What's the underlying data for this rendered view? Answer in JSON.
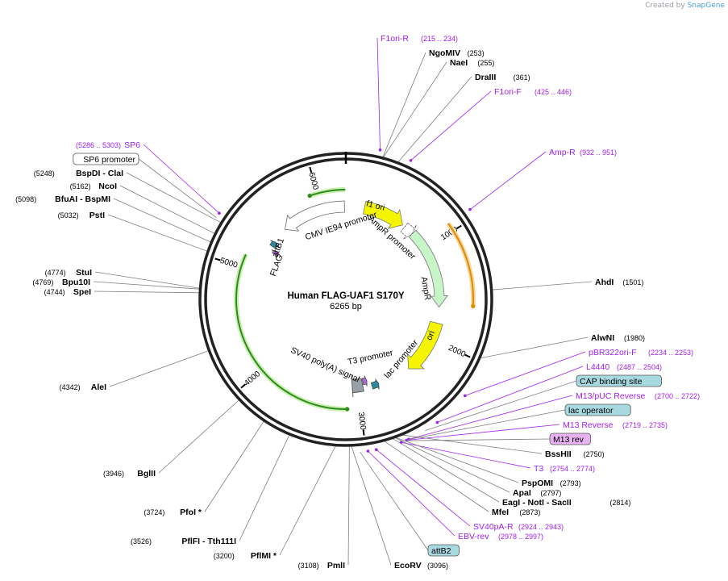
{
  "credit": {
    "prefix": "Created by",
    "brand": "SnapGene"
  },
  "plasmid": {
    "name": "Human FLAG-UAF1 S170Y",
    "size_label": "6265 bp",
    "length": 6265
  },
  "colors": {
    "enzyme_line": "#7f7f7f",
    "primer": "#a020f0",
    "backbone": "#000000",
    "feature_yellow": "#f5f500",
    "feature_green_fill": "#c8f5c8",
    "orange_arc": "#e08a00",
    "box_blue": "#a8d8e0",
    "box_purple": "#e6b3f0"
  },
  "ruler": [
    {
      "pos": 1000,
      "label": "1000"
    },
    {
      "pos": 2000,
      "label": "2000"
    },
    {
      "pos": 3000,
      "label": "3000"
    },
    {
      "pos": 4000,
      "label": "4000"
    },
    {
      "pos": 5000,
      "label": "5000"
    },
    {
      "pos": 6000,
      "label": "6000"
    }
  ],
  "features": [
    {
      "name": "f1 ori",
      "label": "f1 ori",
      "start": 200,
      "end": 650,
      "type": "yellow_arrow",
      "dir": 1
    },
    {
      "name": "AmpR promoter",
      "label": "AmpR promoter",
      "start": 680,
      "end": 790,
      "type": "white_box",
      "dir": 1
    },
    {
      "name": "AmpR",
      "label": "AmpR",
      "start": 790,
      "end": 1650,
      "type": "green_arrow",
      "dir": 1
    },
    {
      "name": "ori",
      "label": "ori",
      "start": 1820,
      "end": 2400,
      "type": "yellow_arrow",
      "dir": 1
    },
    {
      "name": "CMV IE94 promoter",
      "label": "CMV IE94 promoter",
      "start": 5550,
      "end": 6250,
      "type": "white_arrow",
      "dir": -1
    },
    {
      "name": "attB1",
      "label": "attB1",
      "start": 5320,
      "end": 5380,
      "type": "small_teal",
      "dir": 1
    },
    {
      "name": "FLAG",
      "label": "FLAG",
      "start": 5260,
      "end": 5300,
      "type": "small_purple",
      "dir": 1
    },
    {
      "name": "lac promoter",
      "label": "lac promoter",
      "start": 2760,
      "end": 2840,
      "type": "small_teal",
      "dir": -1
    },
    {
      "name": "T3 promoter",
      "label": "T3 promoter",
      "start": 2880,
      "end": 2930,
      "type": "small_purple",
      "dir": -1
    },
    {
      "name": "SV40 poly(A) signal",
      "label": "SV40 poly(A) signal",
      "start": 2940,
      "end": 3060,
      "type": "gray_box",
      "dir": -1
    }
  ],
  "inner_arcs": [
    {
      "name": "upper green arc",
      "start": 5930,
      "end": 6260,
      "dir": -1,
      "color": "green"
    },
    {
      "name": "left green arc",
      "start": 3120,
      "end": 5120,
      "dir": -1,
      "color": "green"
    },
    {
      "name": "orange arc",
      "start": 930,
      "end": 1620,
      "dir": 1,
      "color": "orange"
    }
  ],
  "feature_labels": [
    {
      "text": "f1 ori"
    },
    {
      "text": "AmpR promoter"
    },
    {
      "text": "AmpR"
    },
    {
      "text": "ori"
    },
    {
      "text": "CMV IE94 promoter"
    },
    {
      "text": "attB1"
    },
    {
      "text": "FLAG"
    },
    {
      "text": "T3 promoter"
    },
    {
      "text": "lac promoter"
    },
    {
      "text": "SV40 poly(A) signal"
    }
  ],
  "annotations": [
    {
      "name": "F1ori-R",
      "coords": "(215 .. 234)",
      "kind": "primer",
      "side": "right",
      "pos": 225
    },
    {
      "name": "NgoMIV",
      "coords": "(253)",
      "kind": "enzyme",
      "side": "right",
      "pos": 253
    },
    {
      "name": "NaeI",
      "coords": "(255)",
      "kind": "enzyme",
      "side": "right",
      "pos": 255
    },
    {
      "name": "DraIII",
      "coords": "(361)",
      "kind": "enzyme",
      "side": "right",
      "pos": 361
    },
    {
      "name": "F1ori-F",
      "coords": "(425 .. 446)",
      "kind": "primer",
      "side": "right",
      "pos": 436
    },
    {
      "name": "Amp-R",
      "coords": "(932 .. 951)",
      "kind": "primer",
      "side": "right",
      "pos": 942
    },
    {
      "name": "AhdI",
      "coords": "(1501)",
      "kind": "enzyme",
      "side": "right",
      "pos": 1501
    },
    {
      "name": "AlwNI",
      "coords": "(1980)",
      "kind": "enzyme",
      "side": "right",
      "pos": 1980
    },
    {
      "name": "pBR322ori-F",
      "coords": "(2234 .. 2253)",
      "kind": "primer",
      "side": "right",
      "pos": 2244
    },
    {
      "name": "L4440",
      "coords": "(2487 .. 2504)",
      "kind": "primer",
      "side": "right",
      "pos": 2495
    },
    {
      "name": "CAP binding site",
      "coords": "",
      "kind": "box_blue",
      "side": "right",
      "pos": 2590
    },
    {
      "name": "M13/pUC Reverse",
      "coords": "(2700 .. 2722)",
      "kind": "primer",
      "side": "right",
      "pos": 2711
    },
    {
      "name": "lac operator",
      "coords": "",
      "kind": "box_blue",
      "side": "right",
      "pos": 2716
    },
    {
      "name": "M13 Reverse",
      "coords": "(2719 .. 2735)",
      "kind": "primer",
      "side": "right",
      "pos": 2727
    },
    {
      "name": "M13 rev",
      "coords": "",
      "kind": "box_purple",
      "side": "right",
      "pos": 2735
    },
    {
      "name": "BssHII",
      "coords": "(2750)",
      "kind": "enzyme",
      "side": "right",
      "pos": 2750
    },
    {
      "name": "T3",
      "coords": "(2754 .. 2774)",
      "kind": "primer",
      "side": "right",
      "pos": 2764
    },
    {
      "name": "PspOMI",
      "coords": "(2793)",
      "kind": "enzyme",
      "side": "right",
      "pos": 2793
    },
    {
      "name": "ApaI",
      "coords": "(2797)",
      "kind": "enzyme",
      "side": "right",
      "pos": 2797
    },
    {
      "name": "EagI - NotI - SacII",
      "coords": "(2814)",
      "kind": "enzyme",
      "side": "right",
      "pos": 2814
    },
    {
      "name": "MfeI",
      "coords": "(2873)",
      "kind": "enzyme",
      "side": "right",
      "pos": 2873
    },
    {
      "name": "SV40pA-R",
      "coords": "(2924 .. 2943)",
      "kind": "primer",
      "side": "right",
      "pos": 2933
    },
    {
      "name": "EBV-rev",
      "coords": "(2978 .. 2997)",
      "kind": "primer",
      "side": "right",
      "pos": 2988
    },
    {
      "name": "attB2",
      "coords": "",
      "kind": "box_blue",
      "side": "right",
      "pos": 3040
    },
    {
      "name": "EcoRV",
      "coords": "(3096)",
      "kind": "enzyme",
      "side": "right",
      "pos": 3096
    },
    {
      "name": "PmlI",
      "coords": "(3108)",
      "kind": "enzyme",
      "side": "left",
      "pos": 3108
    },
    {
      "name": "PflMI *",
      "coords": "(3200)",
      "kind": "enzyme",
      "side": "left",
      "pos": 3200
    },
    {
      "name": "PflFI - Tth111I",
      "coords": "(3526)",
      "kind": "enzyme",
      "side": "left",
      "pos": 3526
    },
    {
      "name": "PfoI *",
      "coords": "(3724)",
      "kind": "enzyme",
      "side": "left",
      "pos": 3724
    },
    {
      "name": "BglII",
      "coords": "(3946)",
      "kind": "enzyme",
      "side": "left",
      "pos": 3946
    },
    {
      "name": "AleI",
      "coords": "(4342)",
      "kind": "enzyme",
      "side": "left",
      "pos": 4342
    },
    {
      "name": "SpeI",
      "coords": "(4744)",
      "kind": "enzyme",
      "side": "left",
      "pos": 4744
    },
    {
      "name": "Bpu10I",
      "coords": "(4769)",
      "kind": "enzyme",
      "side": "left",
      "pos": 4769
    },
    {
      "name": "StuI",
      "coords": "(4774)",
      "kind": "enzyme",
      "side": "left",
      "pos": 4774
    },
    {
      "name": "PstI",
      "coords": "(5032)",
      "kind": "enzyme",
      "side": "left",
      "pos": 5032
    },
    {
      "name": "BfuAI - BspMI",
      "coords": "(5098)",
      "kind": "enzyme",
      "side": "left",
      "pos": 5098
    },
    {
      "name": "NcoI",
      "coords": "(5162)",
      "kind": "enzyme",
      "side": "left",
      "pos": 5162
    },
    {
      "name": "BspDI - ClaI",
      "coords": "(5248)",
      "kind": "enzyme",
      "side": "left",
      "pos": 5248
    },
    {
      "name": "SP6 promoter",
      "coords": "",
      "kind": "box_white",
      "side": "left",
      "pos": 5260
    },
    {
      "name": "SP6",
      "coords": "(5286 .. 5303)",
      "kind": "primer",
      "side": "left",
      "pos": 5294
    }
  ]
}
